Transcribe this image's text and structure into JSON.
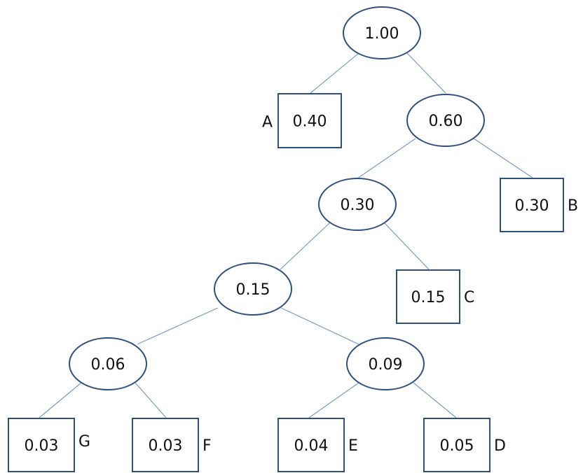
{
  "colors": {
    "edge": "#7b9ac8",
    "outline": "#2f4f7f",
    "text": "#111111"
  },
  "tree": {
    "internal": [
      {
        "id": "root",
        "value": "1.00"
      },
      {
        "id": "n060",
        "value": "0.60"
      },
      {
        "id": "n030",
        "value": "0.30"
      },
      {
        "id": "n015",
        "value": "0.15"
      },
      {
        "id": "n006",
        "value": "0.06"
      },
      {
        "id": "n009",
        "value": "0.09"
      }
    ],
    "leaves": [
      {
        "id": "A",
        "label": "A",
        "value": "0.40"
      },
      {
        "id": "B",
        "label": "B",
        "value": "0.30"
      },
      {
        "id": "C",
        "label": "C",
        "value": "0.15"
      },
      {
        "id": "D",
        "label": "D",
        "value": "0.05"
      },
      {
        "id": "E",
        "label": "E",
        "value": "0.04"
      },
      {
        "id": "F",
        "label": "F",
        "value": "0.03"
      },
      {
        "id": "G",
        "label": "G",
        "value": "0.03"
      }
    ],
    "edges": [
      [
        "root",
        "A"
      ],
      [
        "root",
        "n060"
      ],
      [
        "n060",
        "n030"
      ],
      [
        "n060",
        "B"
      ],
      [
        "n030",
        "n015"
      ],
      [
        "n030",
        "C"
      ],
      [
        "n015",
        "n006"
      ],
      [
        "n015",
        "n009"
      ],
      [
        "n006",
        "G"
      ],
      [
        "n006",
        "F"
      ],
      [
        "n009",
        "E"
      ],
      [
        "n009",
        "D"
      ]
    ]
  }
}
